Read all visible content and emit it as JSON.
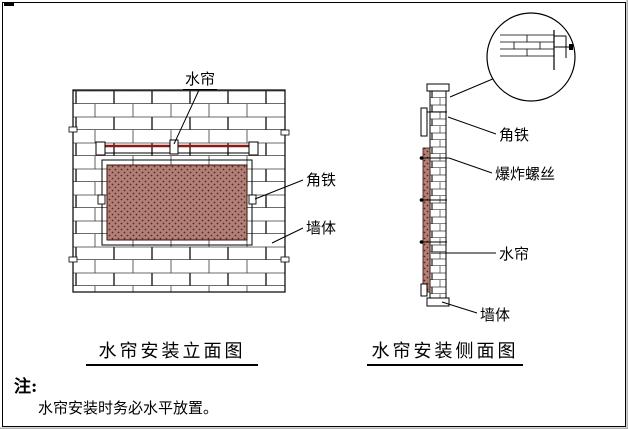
{
  "sheet": {
    "background": "#ffffff",
    "border_color": "#000000"
  },
  "front_view": {
    "title": "水帘安装立面图",
    "labels": {
      "curtain": "水帘",
      "angle_iron": "角铁",
      "wall": "墙体"
    }
  },
  "side_view": {
    "title": "水帘安装侧面图",
    "labels": {
      "angle_iron": "角铁",
      "expansion_bolt": "爆炸螺丝",
      "curtain": "水帘",
      "wall": "墙体"
    }
  },
  "note": {
    "prefix": "注:",
    "text": "水帘安装时务必水平放置。"
  },
  "colors": {
    "line": "#000000",
    "curtain_fill": "#b08078",
    "curtain_dot": "#5e231b",
    "rail": "#8b1a10"
  }
}
